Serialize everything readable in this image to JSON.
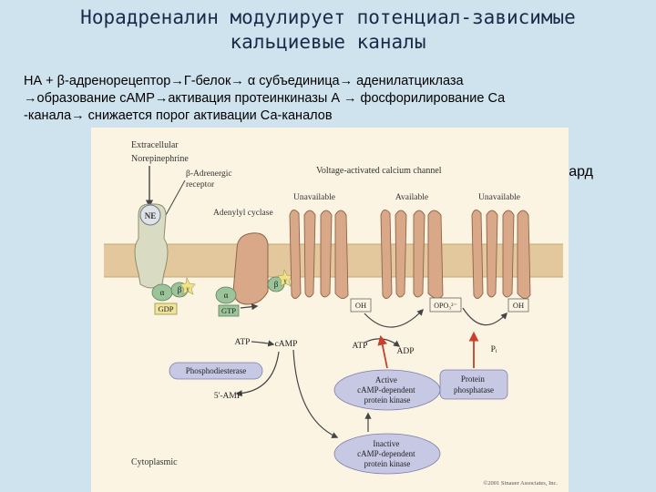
{
  "slide": {
    "title_line1": "Норадреналин модулирует потенциал-зависимые",
    "title_line2": "кальциевые каналы",
    "text_line1": "НА + β-адренорецептор→Г-белок→ α субъединица→ аденилатциклаза",
    "text_line2": "→образование сАМР→активация протеинкиназы А → фосфорилирование Са",
    "text_line3": "-канала→ снижается порог активации Са-каналов",
    "side_label": "миокард"
  },
  "figure": {
    "extracellular": "Extracellular",
    "norepinephrine": "Norepinephrine",
    "beta_receptor_line1": "β-Adrenergic",
    "beta_receptor_line2": "receptor",
    "ne": "NE",
    "adenylyl_cyclase": "Adenylyl cyclase",
    "vacc": "Voltage-activated calcium channel",
    "unavailable_left": "Unavailable",
    "available": "Available",
    "unavailable_right": "Unavailable",
    "alpha": "α",
    "beta": "β",
    "gamma": "γ",
    "gdp": "GDP",
    "gtp": "GTP",
    "oh_left": "OH",
    "opo3": "OPO₃²⁻",
    "oh_right": "OH",
    "atp_left": "ATP",
    "camp": "cAMP",
    "atp_mid": "ATP",
    "adp": "ADP",
    "pi": "Pᵢ",
    "pde": "Phosphodiesterase",
    "five_amp": "5'-AMP",
    "active_pk_line1": "Active",
    "active_pk_line2": "cAMP-dependent",
    "active_pk_line3": "protein kinase",
    "inactive_pk_line1": "Inactive",
    "inactive_pk_line2": "cAMP-dependent",
    "inactive_pk_line3": "protein kinase",
    "phosphatase_line1": "Protein",
    "phosphatase_line2": "phosphatase",
    "cytoplasmic": "Cytoplasmic",
    "copyright": "©2001 Sinauer Associates, Inc."
  },
  "colors": {
    "background": "#cfe3ef",
    "figure_bg": "#fbf4e3",
    "membrane": "#e4c89d",
    "protein": "#d8a889",
    "receptor": "#d9dcc3",
    "g_alpha": "#9cc49a",
    "g_gamma": "#efe38a",
    "gdp_box": "#f0e49a",
    "pill": "#c7c9e4",
    "red_arrow": "#c8402a"
  }
}
